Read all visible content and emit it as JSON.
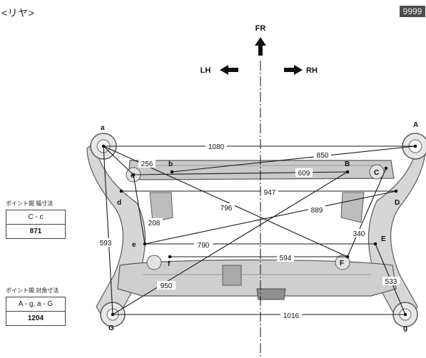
{
  "header": {
    "title": "<リヤ>",
    "code": "9999"
  },
  "orientation": {
    "front": "FR",
    "left": "LH",
    "right": "RH"
  },
  "points": {
    "A": "A",
    "a": "a",
    "B": "B",
    "b": "b",
    "C": "C",
    "c": "c",
    "D": "D",
    "d": "d",
    "E": "E",
    "e": "e",
    "F": "F",
    "f": "f",
    "G": "G",
    "g": "g"
  },
  "dimensions": {
    "a_A": "1080",
    "b_A": "850",
    "c_B": "609",
    "d_D": "947",
    "e_D": "889",
    "a_c": "256",
    "a_F": "796",
    "c_e": "208",
    "a_G": "593",
    "e_E": "790",
    "B_G": "950",
    "f_F": "594",
    "C_F": "340",
    "E_g": "533",
    "G_g": "1016"
  },
  "legend": {
    "width_title": "ポイント間 幅寸法",
    "width_pair": "C - c",
    "width_value": "871",
    "diag_title": "ポイント間 対角寸法",
    "diag_pair": "A - g, a - G",
    "diag_value": "1204"
  }
}
